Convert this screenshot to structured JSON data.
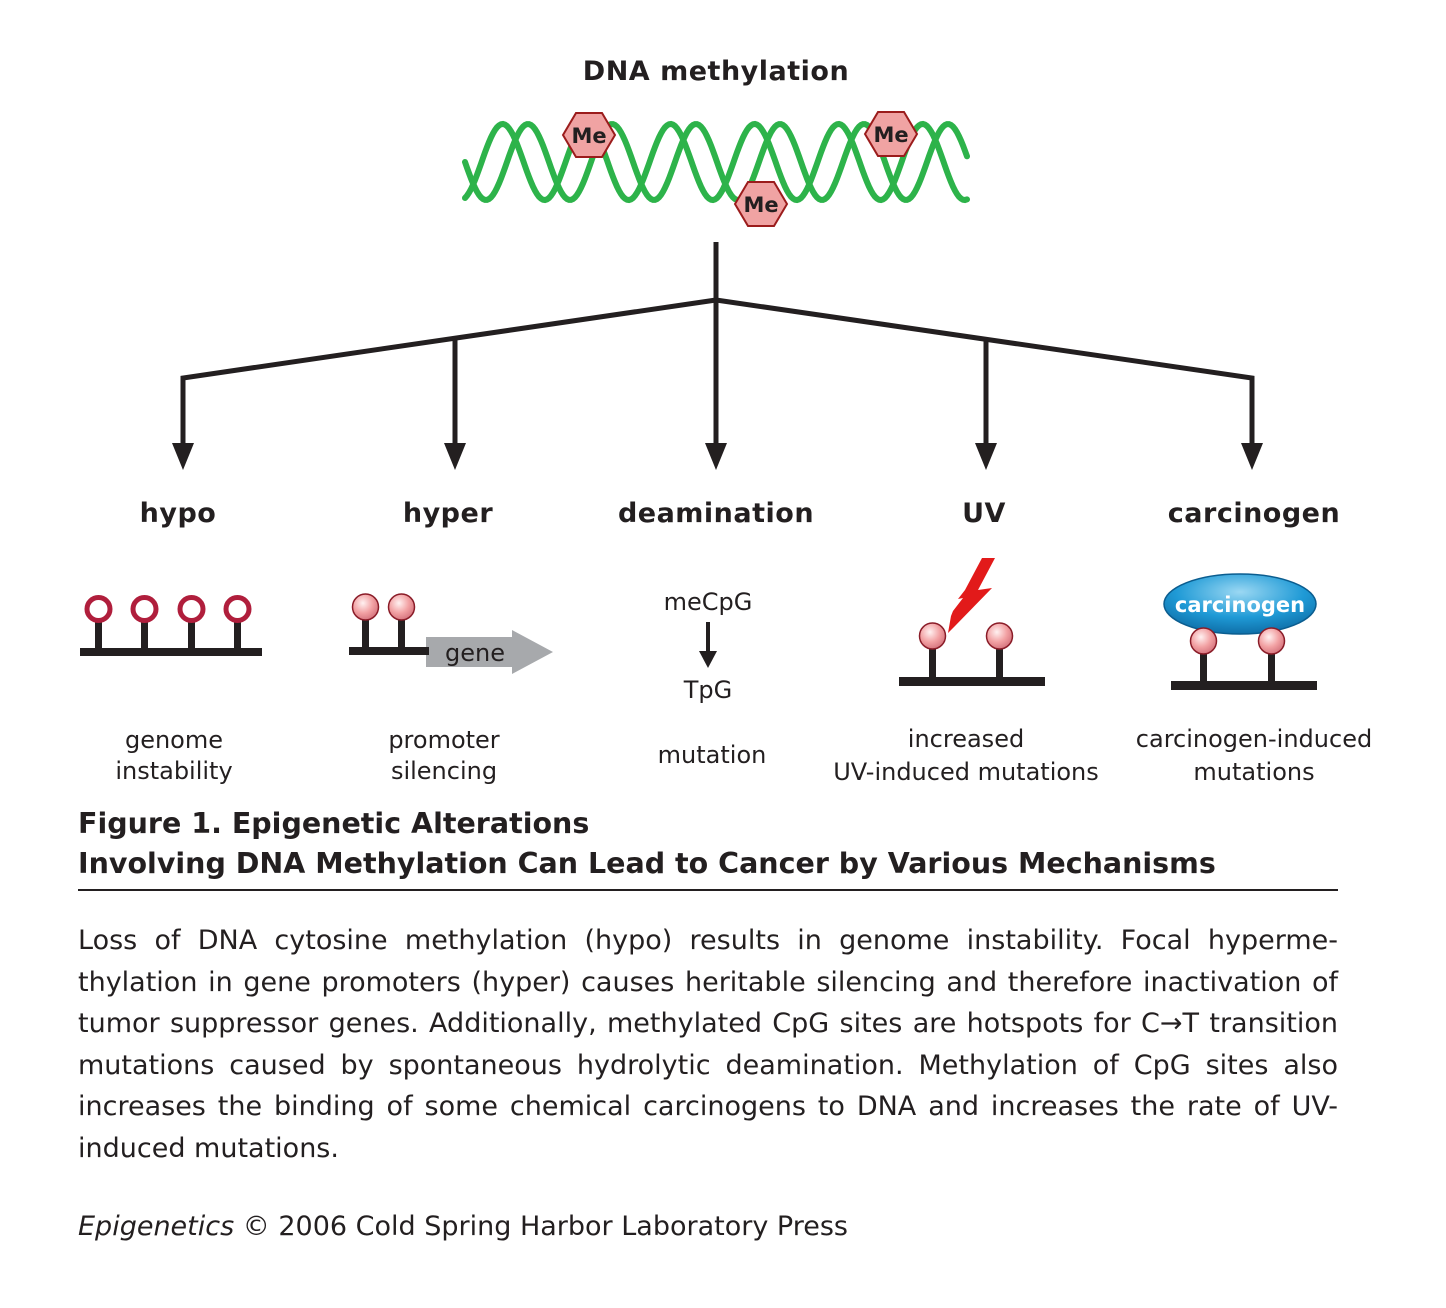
{
  "diagram": {
    "title": "DNA methylation",
    "methyl_label": "Me",
    "branches": [
      {
        "label": "hypo",
        "outcome_line1": "genome",
        "outcome_line2": "instability"
      },
      {
        "label": "hyper",
        "outcome_line1": "promoter",
        "outcome_line2": "silencing",
        "gene_label": "gene"
      },
      {
        "label": "deamination",
        "from": "meCpG",
        "to": "TpG",
        "outcome_line1": "mutation"
      },
      {
        "label": "UV",
        "outcome_line1": "increased",
        "outcome_line2": "UV-induced mutations"
      },
      {
        "label": "carcinogen",
        "blob_label": "carcinogen",
        "outcome_line1": "carcinogen-induced",
        "outcome_line2": "mutations"
      }
    ],
    "colors": {
      "dna_strand": "#2db34a",
      "methyl_fill": "#f0a3a3",
      "methyl_stroke": "#9b1c1c",
      "unmethylated_ring": "#b01e3c",
      "lightning": "#e21a1a",
      "carcinogen_blob": "#1a9ad6",
      "gene_arrow": "#a7a9ac",
      "line": "#231f20"
    }
  },
  "caption": {
    "title_line1": "Figure 1. Epigenetic Alterations",
    "title_line2": "Involving DNA Methylation Can Lead to Cancer by Various Mechanisms",
    "body": "Loss of DNA cytosine methylation (hypo) results in genome instability. Focal hyperme­thylation in gene promoters (hyper) causes heritable silencing and therefore inactiva­tion of tumor suppressor genes. Additionally, methylated CpG sites are hotspots for C→T transition mutations caused by spontaneous hydrolytic deamination. Methyla­tion of CpG sites also increases the binding of some chemical carcinogens to DNA and increases the rate of UV-induced mutations.",
    "credit_book": "Epigenetics",
    "credit_rest": " © 2006 Cold Spring Harbor Laboratory Press"
  }
}
